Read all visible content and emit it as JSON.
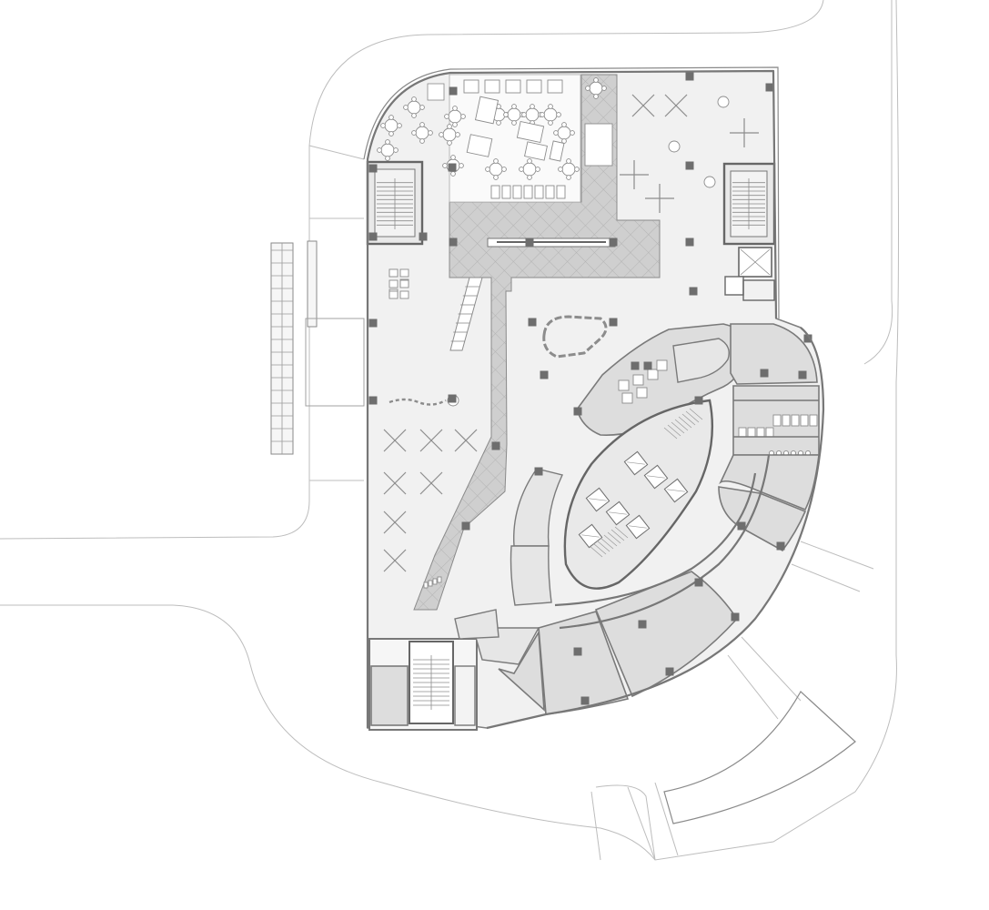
{
  "plan": {
    "colors": {
      "background": "#ffffff",
      "site_line": "#bdbdbd",
      "wall": "#777777",
      "floor": "#f1f1f1",
      "room_fill": "#dddddd",
      "paving": "#c9c9c9",
      "column": "#6e6e6e"
    },
    "elements": [
      "site-outline",
      "building-envelope",
      "cafe-seating",
      "lobby-paving",
      "reception-desk",
      "stair-cores",
      "elevator-core",
      "curved-office-rooms",
      "restrooms",
      "ramp"
    ]
  }
}
